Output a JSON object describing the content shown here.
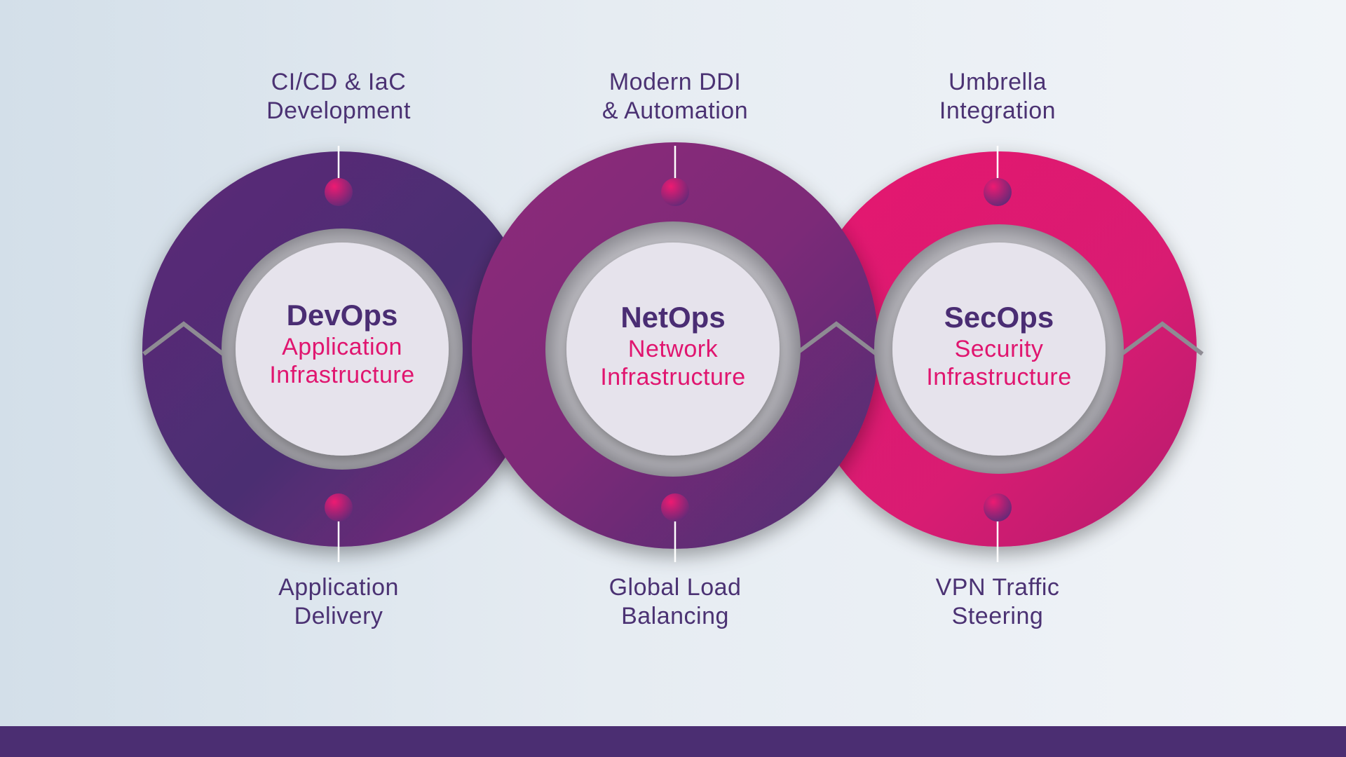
{
  "rings": [
    {
      "id": "devops",
      "title": "DevOps",
      "subtitle": "Application\nInfrastructure",
      "top_label": "CI/CD & IaC\nDevelopment",
      "bottom_label": "Application\nDelivery"
    },
    {
      "id": "netops",
      "title": "NetOps",
      "subtitle": "Network\nInfrastructure",
      "top_label": "Modern DDI\n& Automation",
      "bottom_label": "Global Load\nBalancing"
    },
    {
      "id": "secops",
      "title": "SecOps",
      "subtitle": "Security\nInfrastructure",
      "top_label": "Umbrella\nIntegration",
      "bottom_label": "VPN Traffic\nSteering"
    }
  ],
  "colors": {
    "purple_dark": "#4b2e72",
    "purple_mid": "#7b2c7a",
    "magenta": "#e0146f",
    "inner_circle": "#e6e3ec",
    "label_text": "#4b3273",
    "subtitle_text": "#e0156f"
  }
}
